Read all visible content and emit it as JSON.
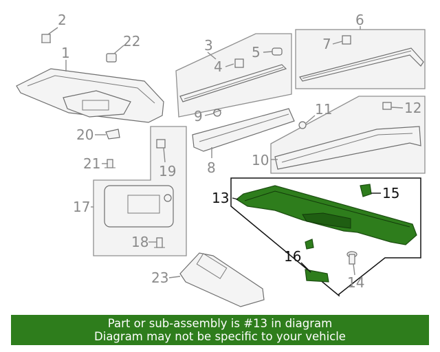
{
  "callouts": [
    {
      "id": "1",
      "label": "1"
    },
    {
      "id": "2",
      "label": "2"
    },
    {
      "id": "3",
      "label": "3"
    },
    {
      "id": "4",
      "label": "4"
    },
    {
      "id": "5",
      "label": "5"
    },
    {
      "id": "6",
      "label": "6"
    },
    {
      "id": "7",
      "label": "7"
    },
    {
      "id": "8",
      "label": "8"
    },
    {
      "id": "9",
      "label": "9"
    },
    {
      "id": "10",
      "label": "10"
    },
    {
      "id": "11",
      "label": "11"
    },
    {
      "id": "12",
      "label": "12"
    },
    {
      "id": "13",
      "label": "13"
    },
    {
      "id": "14",
      "label": "14"
    },
    {
      "id": "15",
      "label": "15"
    },
    {
      "id": "16",
      "label": "16"
    },
    {
      "id": "17",
      "label": "17"
    },
    {
      "id": "18",
      "label": "18"
    },
    {
      "id": "19",
      "label": "19"
    },
    {
      "id": "20",
      "label": "20"
    },
    {
      "id": "21",
      "label": "21"
    },
    {
      "id": "22",
      "label": "22"
    },
    {
      "id": "23",
      "label": "23"
    }
  ],
  "highlight": {
    "part": "13",
    "color": "#2e7d1c"
  },
  "footer": {
    "line1": "Part or sub-assembly is #13 in diagram",
    "line2": "Diagram may not be specific to your vehicle",
    "background": "#2e7d1c"
  }
}
